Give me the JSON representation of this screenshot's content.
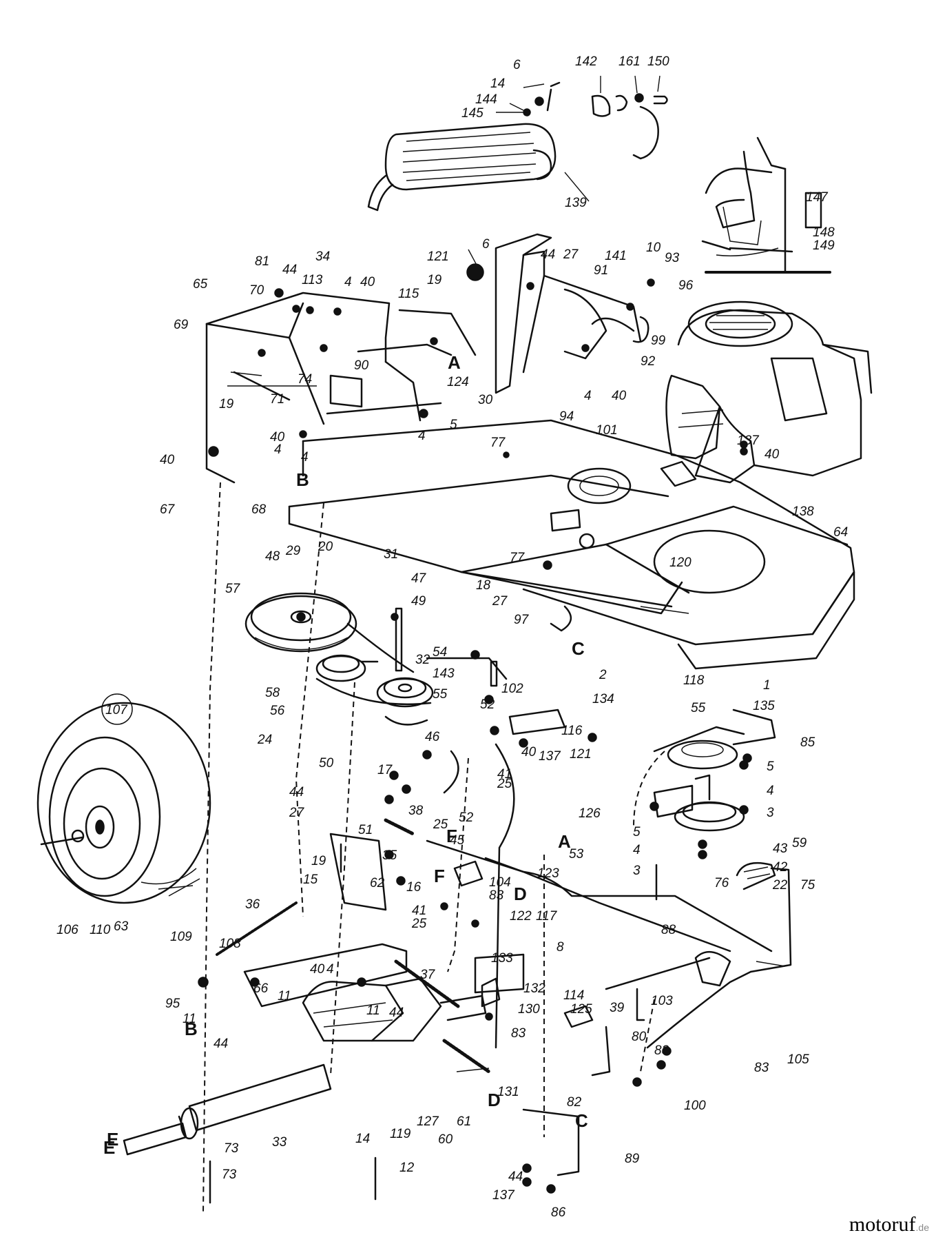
{
  "diagram": {
    "part_labels": [
      "6",
      "14",
      "144",
      "145",
      "142",
      "161",
      "150",
      "139",
      "147",
      "148",
      "149",
      "121",
      "19",
      "115",
      "81",
      "44",
      "113",
      "34",
      "4",
      "40",
      "65",
      "70",
      "69",
      "90",
      "71",
      "74",
      "19",
      "40",
      "4",
      "40",
      "4",
      "67",
      "68",
      "B",
      "6",
      "44",
      "27",
      "91",
      "141",
      "10",
      "93",
      "96",
      "99",
      "92",
      "4",
      "40",
      "94",
      "30",
      "124",
      "5",
      "4",
      "A",
      "77",
      "101",
      "137",
      "40",
      "138",
      "64",
      "120",
      "77",
      "29",
      "48",
      "20",
      "57",
      "31",
      "47",
      "49",
      "18",
      "27",
      "97",
      "32",
      "54",
      "143",
      "55",
      "52",
      "102",
      "116",
      "40",
      "137",
      "58",
      "56",
      "24",
      "46",
      "50",
      "17",
      "41",
      "25",
      "121",
      "C",
      "2",
      "134",
      "118",
      "135",
      "1",
      "55",
      "85",
      "5",
      "4",
      "3",
      "59",
      "5",
      "4",
      "3",
      "43",
      "42",
      "22",
      "107",
      "44",
      "27",
      "38",
      "25",
      "45",
      "52",
      "126",
      "51",
      "F",
      "A",
      "123",
      "53",
      "35",
      "19",
      "15",
      "62",
      "16",
      "F",
      "104",
      "83",
      "41",
      "25",
      "106",
      "110",
      "63",
      "109",
      "108",
      "36",
      "D",
      "122",
      "117",
      "8",
      "88",
      "76",
      "75",
      "133",
      "132",
      "114",
      "130",
      "125",
      "83",
      "95",
      "11",
      "B",
      "44",
      "66",
      "11",
      "40",
      "4",
      "11",
      "44",
      "37",
      "39",
      "103",
      "80",
      "105",
      "83",
      "83",
      "100",
      "E",
      "33",
      "14",
      "73",
      "119",
      "127",
      "60",
      "61",
      "D",
      "131",
      "12",
      "73",
      "82",
      "C",
      "89",
      "44",
      "137",
      "86",
      "E"
    ]
  },
  "logo": {
    "brand": "motoruf",
    "tld": ".de"
  }
}
